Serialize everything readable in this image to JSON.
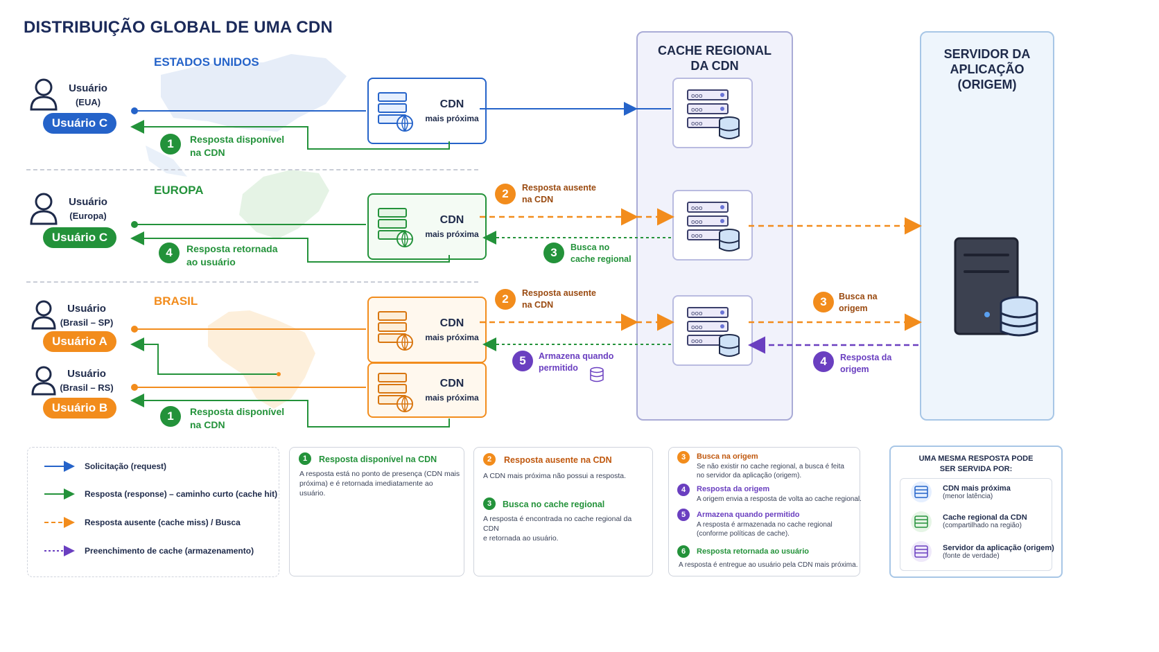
{
  "title": "DISTRIBUIÇÃO GLOBAL DE UMA CDN",
  "regions": {
    "usa": "ESTADOS UNIDOS",
    "europe": "EUROPA",
    "brazil": "BRASIL"
  },
  "users": [
    {
      "name": "Usuário",
      "sub": "(EUA)",
      "pill": "Usuário C",
      "color": "#2563c9"
    },
    {
      "name": "Usuário",
      "sub": "(Europa)",
      "pill": "Usuário C",
      "color": "#23923a"
    },
    {
      "name": "Usuário",
      "sub": "(Brasil – SP)",
      "pill": "Usuário A",
      "color": "#f28c1c"
    },
    {
      "name": "Usuário",
      "sub": "(Brasil – RS)",
      "pill": "Usuário B",
      "color": "#f28c1c"
    }
  ],
  "cdn": {
    "title": "CDN",
    "subtitle": "mais próxima"
  },
  "cache_panel": {
    "line1": "CACHE REGIONAL",
    "line2": "DA CDN"
  },
  "origin_panel": {
    "line1": "SERVIDOR DA",
    "line2": "APLICAÇÃO",
    "line3": "(ORIGEM)"
  },
  "flow_labels": {
    "usa_1": {
      "num": "1",
      "l1": "Resposta disponível",
      "l2": "na CDN"
    },
    "eu_2": {
      "num": "2",
      "l1": "Resposta ausente",
      "l2": "na CDN"
    },
    "eu_3": {
      "num": "3",
      "l1": "Busca no",
      "l2": "cache regional"
    },
    "eu_4": {
      "num": "4",
      "l1": "Resposta retornada",
      "l2": "ao usuário"
    },
    "br_2": {
      "num": "2",
      "l1": "Resposta ausente",
      "l2": "na CDN"
    },
    "br_3": {
      "num": "3",
      "l1": "Busca na",
      "l2": "origem"
    },
    "br_4": {
      "num": "4",
      "l1": "Resposta da",
      "l2": "origem"
    },
    "br_5": {
      "num": "5",
      "l1": "Armazena quando",
      "l2": "permitido"
    },
    "rs_1": {
      "num": "1",
      "l1": "Resposta disponível",
      "l2": "na CDN"
    }
  },
  "legend": [
    "Solicitação (request)",
    "Resposta (response) – caminho curto (cache hit)",
    "Resposta ausente (cache miss) / Busca",
    "Preenchimento de cache (armazenamento)"
  ],
  "notes": {
    "n1": {
      "num": "1",
      "title": "Resposta disponível na CDN",
      "body1": "A resposta está no ponto de presença (CDN mais",
      "body2": "próxima) e é retornada imediatamente ao usuário."
    },
    "n2": {
      "num": "2",
      "title": "Resposta ausente na CDN",
      "body1": "A CDN mais próxima não possui a resposta."
    },
    "n3": {
      "num": "3",
      "title": "Busca no cache regional",
      "body1": "A resposta é encontrada no cache regional da CDN",
      "body2": "e retornada ao usuário."
    },
    "n3b": {
      "num": "3",
      "title": "Busca na origem",
      "body1": "Se não existir no cache regional, a busca é feita",
      "body2": "no servidor da aplicação (origem)."
    },
    "n4": {
      "num": "4",
      "title": "Resposta da origem",
      "body1": "A origem envia a resposta de volta ao cache regional."
    },
    "n5": {
      "num": "5",
      "title": "Armazena quando permitido",
      "body1": "A resposta é armazenada no cache regional",
      "body2": "(conforme políticas de cache)."
    },
    "n6": {
      "num": "6",
      "title": "Resposta retornada ao usuário",
      "body1": "A resposta é entregue ao usuário pela CDN mais próxima."
    }
  },
  "served_by": {
    "title1": "UMA MESMA RESPOSTA PODE",
    "title2": "SER SERVIDA POR:",
    "items": [
      {
        "t": "CDN mais próxima",
        "s": "(menor latência)"
      },
      {
        "t": "Cache regional da CDN",
        "s": "(compartilhado na região)"
      },
      {
        "t": "Servidor da aplicação (origem)",
        "s": "(fonte de verdade)"
      }
    ]
  },
  "colors": {
    "blue": "#2563c9",
    "green": "#23923a",
    "orange": "#f28c1c",
    "purple": "#6a3fc0"
  }
}
